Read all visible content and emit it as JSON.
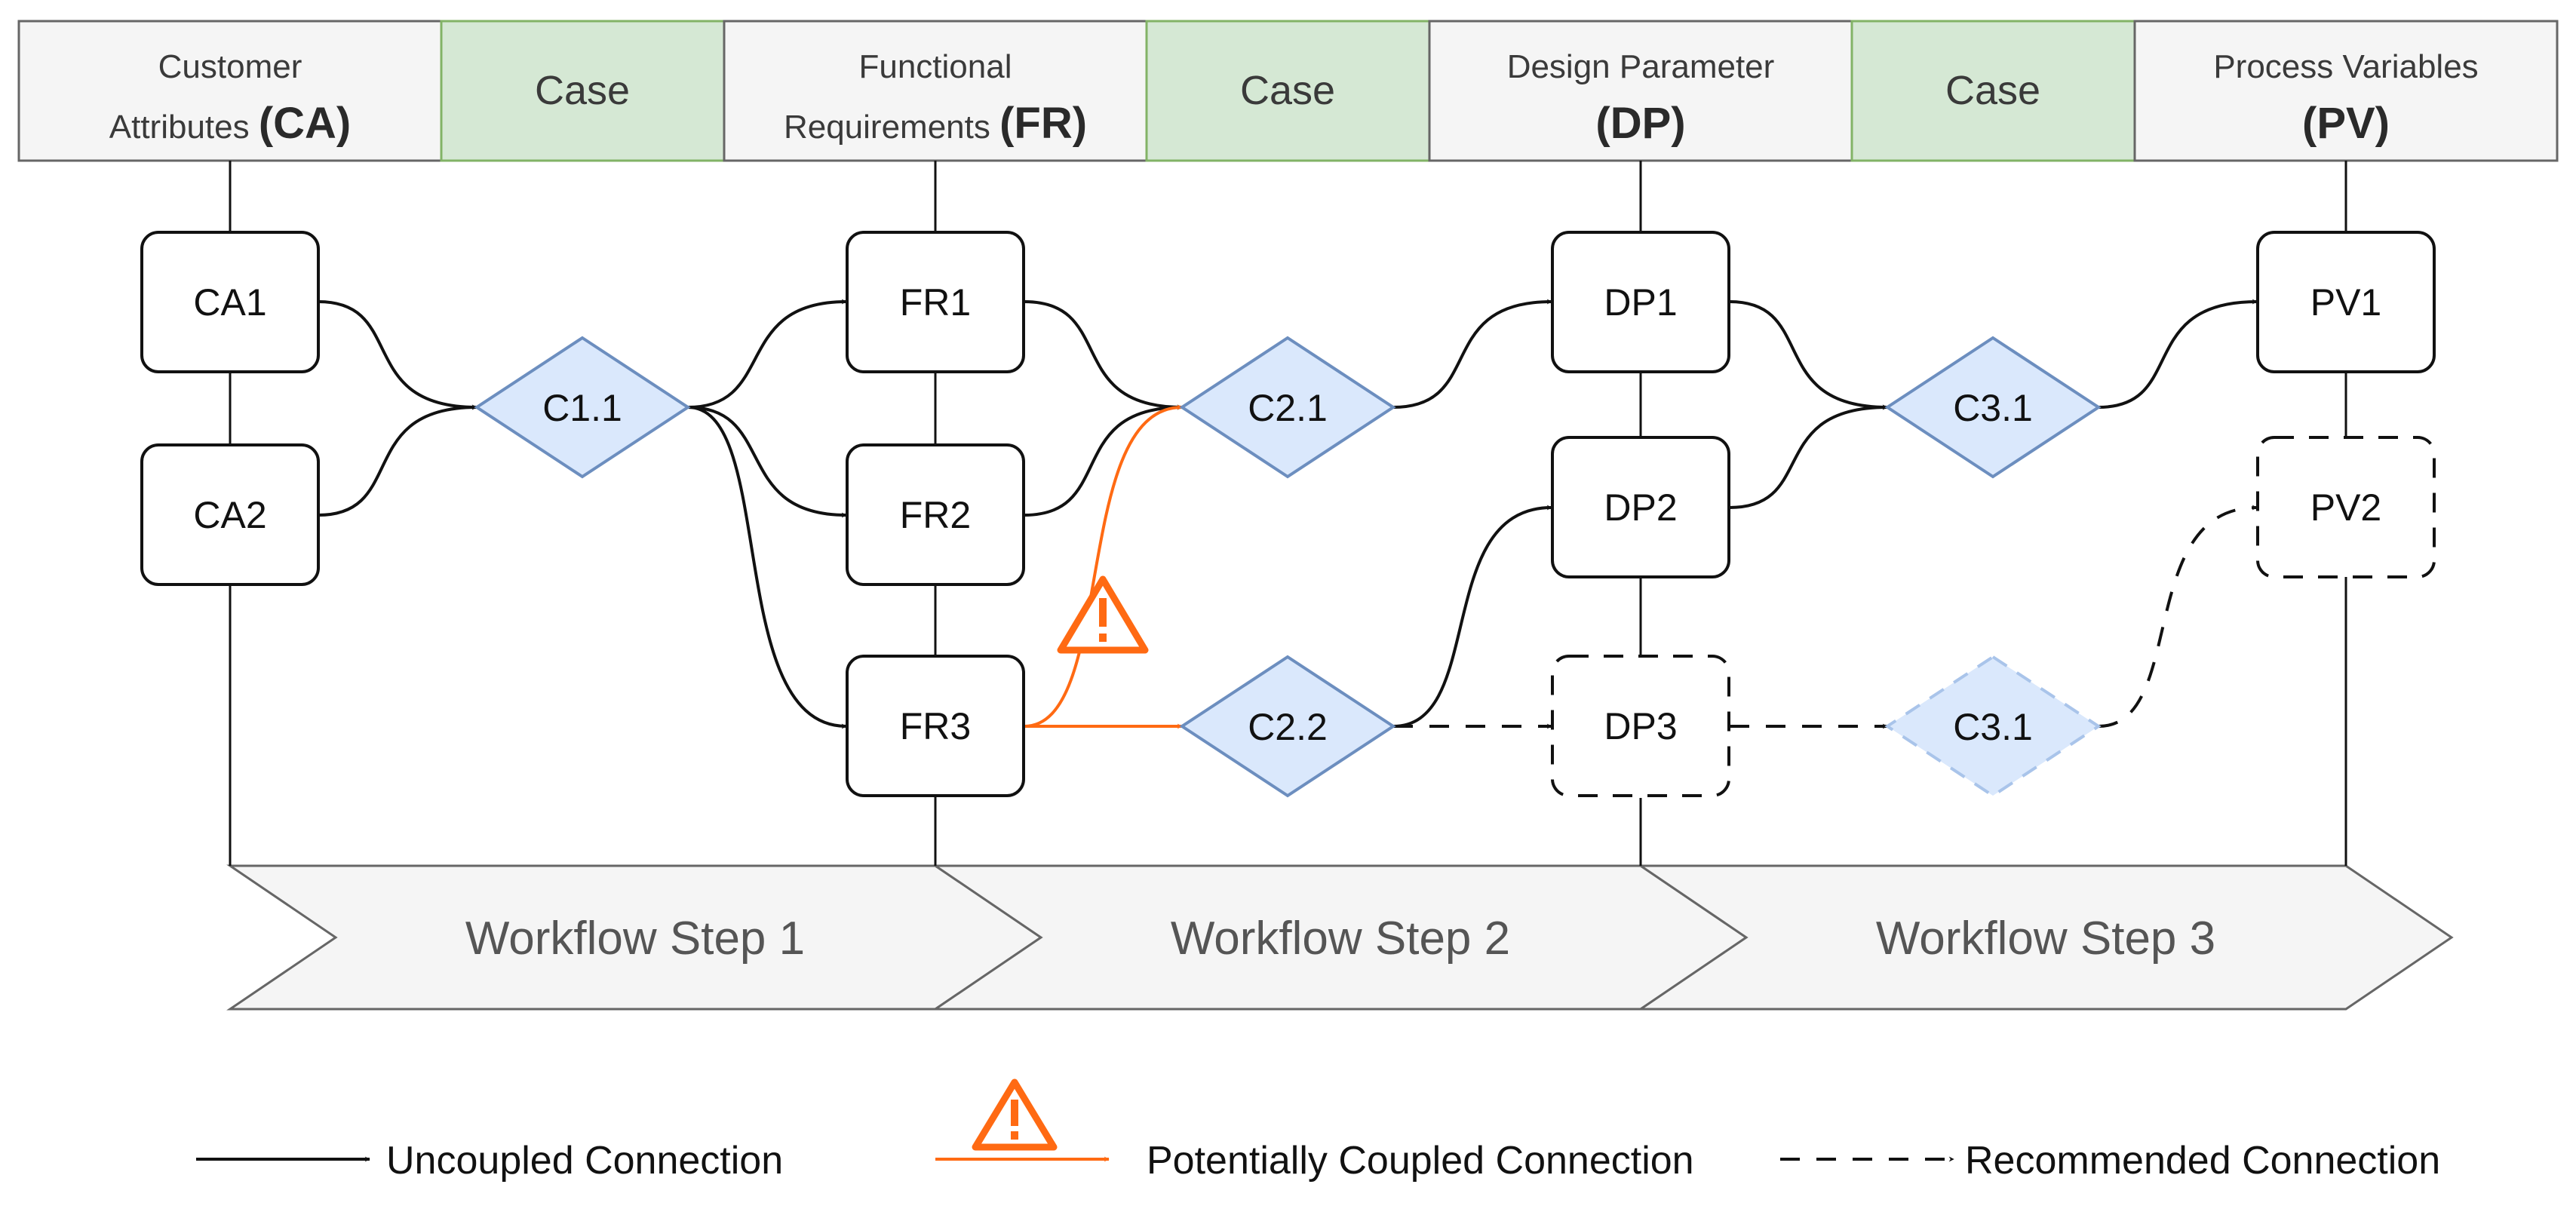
{
  "header": {
    "cells": [
      {
        "line1": "Customer",
        "line2_prefix": "Attributes ",
        "line2_bold": "(CA)",
        "kind": "column"
      },
      {
        "text": "Case",
        "kind": "case"
      },
      {
        "line1": "Functional",
        "line2_prefix": "Requirements ",
        "line2_bold": "(FR)",
        "kind": "column"
      },
      {
        "text": "Case",
        "kind": "case"
      },
      {
        "line1": "Design Parameter",
        "line2_prefix": "",
        "line2_bold": "(DP)",
        "kind": "column"
      },
      {
        "text": "Case",
        "kind": "case"
      },
      {
        "line1": "Process Variables",
        "line2_prefix": "",
        "line2_bold": "(PV)",
        "kind": "column"
      }
    ]
  },
  "nodes": {
    "ca1": "CA1",
    "ca2": "CA2",
    "fr1": "FR1",
    "fr2": "FR2",
    "fr3": "FR3",
    "dp1": "DP1",
    "dp2": "DP2",
    "dp3": "DP3",
    "pv1": "PV1",
    "pv2": "PV2"
  },
  "cases": {
    "c11": "C1.1",
    "c21": "C2.1",
    "c22": "C2.2",
    "c31": "C3.1",
    "c31_recommended": "C3.1"
  },
  "workflow_steps": [
    "Workflow Step 1",
    "Workflow Step 2",
    "Workflow Step 3"
  ],
  "legend": {
    "uncoupled": "Uncoupled Connection",
    "potentially_coupled": "Potentially Coupled Connection",
    "recommended": "Recommended Connection"
  },
  "colors": {
    "header_fill": "#f5f5f5",
    "case_fill": "#d5e8d4",
    "case_border": "#82b366",
    "diamond_fill": "#dae8fc",
    "diamond_border": "#6c8ebf",
    "coupled": "#ff6a13",
    "step_fill": "#f5f5f5",
    "line": "#111111"
  },
  "icons": {
    "warning": "warning-triangle-icon"
  }
}
